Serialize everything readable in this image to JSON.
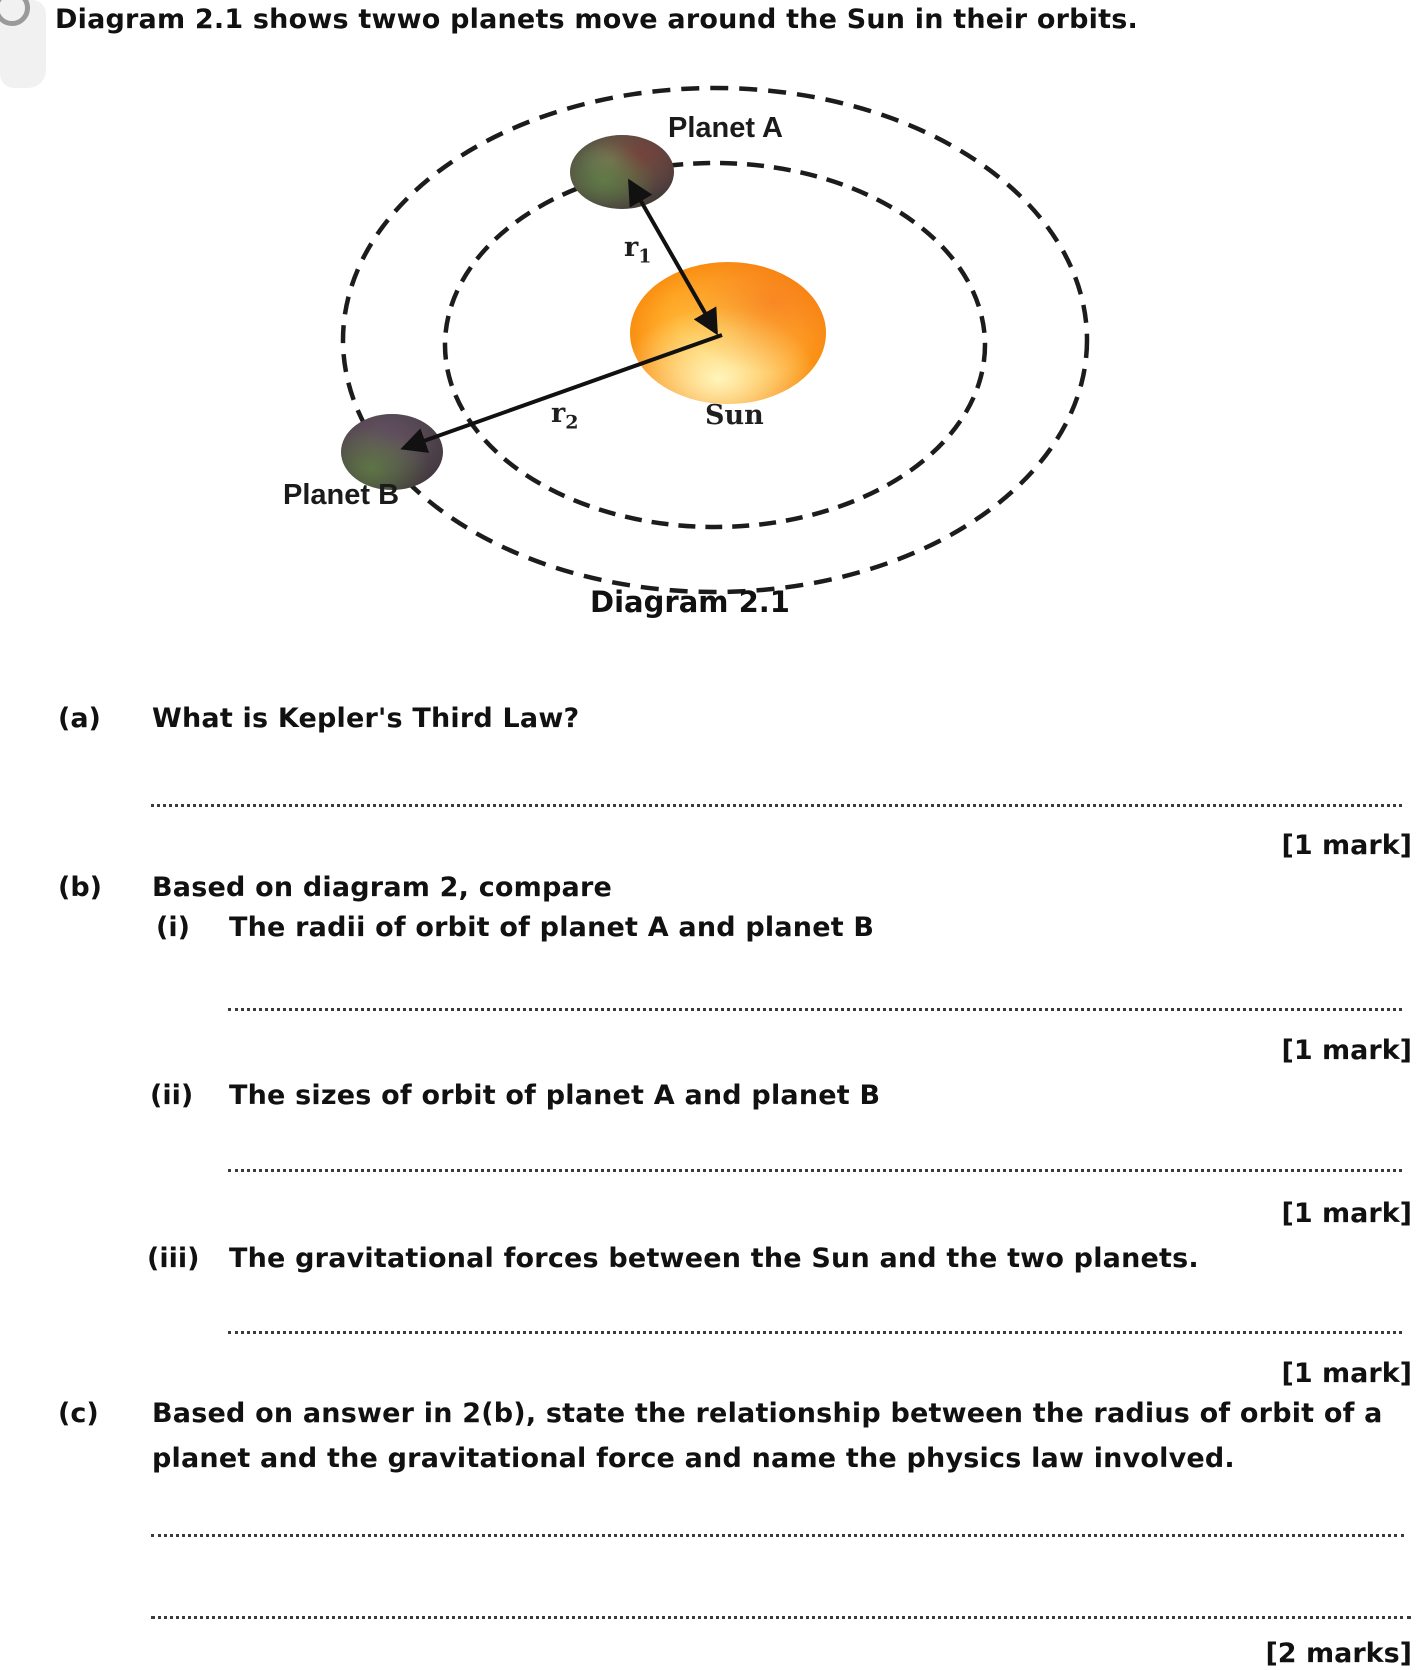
{
  "page": {
    "title": "Diagram 2.1 shows twwo planets move around the Sun in their orbits."
  },
  "diagram": {
    "caption": "Diagram 2.1",
    "labels": {
      "planet_a": "Planet A",
      "planet_b": "Planet B",
      "sun": "Sun",
      "r_base": "r",
      "r1_sub": "1",
      "r2_sub": "2"
    },
    "colors": {
      "orbit_stroke": "#1c1c1c",
      "sun_core": "#ffd54f",
      "sun_edge": "#ef6c00",
      "planet_dark": "#35302a"
    }
  },
  "questions": {
    "a": {
      "num": "(a)",
      "text": "What is Kepler's Third Law?",
      "marks": "[1 mark]"
    },
    "b": {
      "num": "(b)",
      "text": "Based on diagram 2, compare",
      "items": [
        {
          "num": "(i)",
          "text": "The radii of orbit of planet A and planet B",
          "marks": "[1 mark]"
        },
        {
          "num": "(ii)",
          "text": "The sizes of orbit of planet A and planet B",
          "marks": "[1 mark]"
        },
        {
          "num": "(iii)",
          "text": "The gravitational forces between the Sun and the two planets.",
          "marks": "[1 mark]"
        }
      ]
    },
    "c": {
      "num": "(c)",
      "text_line1": "Based on answer in 2(b), state the relationship between the radius of orbit of a",
      "text_line2": "planet and the gravitational force and name the physics law involved.",
      "marks": "[2 marks]"
    }
  }
}
